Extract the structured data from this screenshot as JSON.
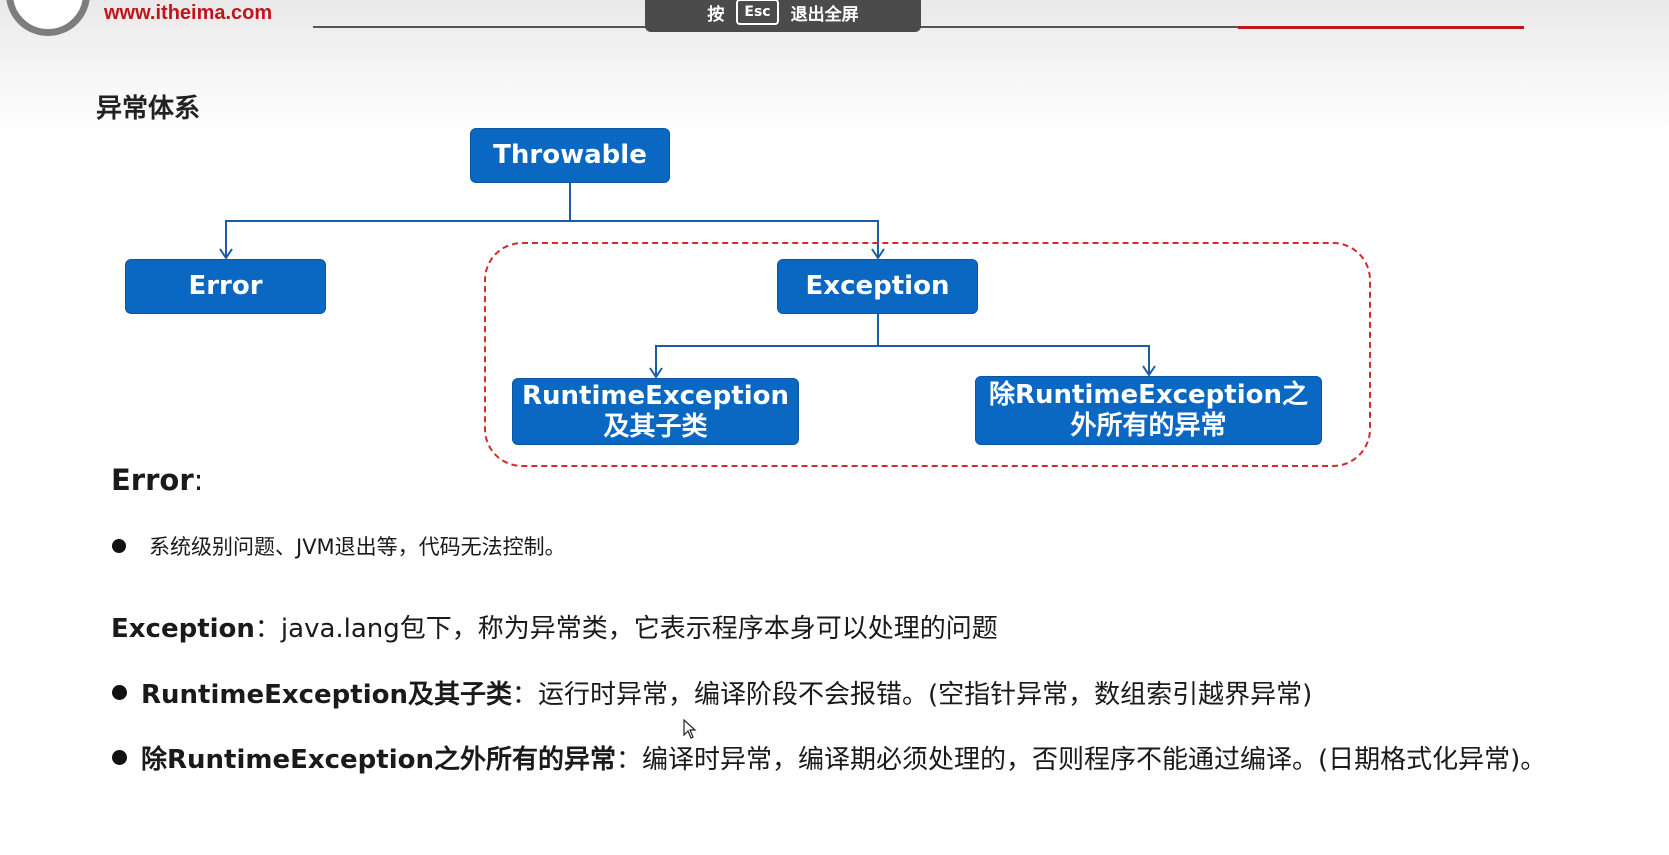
{
  "header": {
    "logo_url_text": "www.itheima.com",
    "esc_toast": {
      "prefix": "按",
      "key": "Esc",
      "suffix": "退出全屏"
    }
  },
  "slide": {
    "title": "异常体系",
    "diagram": {
      "root": "Throwable",
      "error_node": "Error",
      "exception_node": "Exception",
      "runtime_node": {
        "line1": "RuntimeException",
        "line2": "及其子类"
      },
      "checked_node": {
        "line1": "除RuntimeException之",
        "line2": "外所有的异常"
      }
    },
    "error_section": {
      "heading": "Error",
      "colon": ":",
      "bullet": "系统级别问题、JVM退出等，代码无法控制。"
    },
    "exception_section": {
      "heading": "Exception",
      "desc": "：java.lang包下，称为异常类，它表示程序本身可以处理的问题",
      "bullets": [
        {
          "bold": "RuntimeException及其子类",
          "text": "：运行时异常，编译阶段不会报错。(空指针异常，数组索引越界异常)"
        },
        {
          "bold": "除RuntimeException之外所有的异常",
          "text": "：编译时异常，编译期必须处理的，否则程序不能通过编译。(日期格式化异常)。"
        }
      ]
    }
  },
  "colors": {
    "node_blue": "#0a68c2",
    "connector_blue": "#1a5ea8",
    "dashed_red": "#d32c2c",
    "brand_red": "#c1151d"
  }
}
